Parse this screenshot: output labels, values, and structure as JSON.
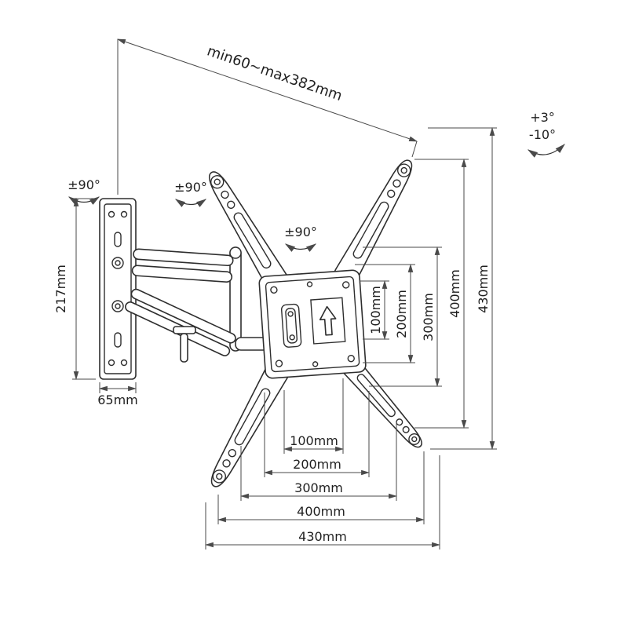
{
  "page": {
    "background": "#ffffff",
    "line_color": "#2e2e2e",
    "dim_color": "#4a4a4a"
  },
  "diagram": {
    "name": "articulating-tv-wall-mount-technical-drawing",
    "extension_label": "min60~max382mm",
    "tilt": {
      "up": "+3°",
      "down": "-10°"
    },
    "swivel_labels": [
      "±90°",
      "±90°",
      "±90°"
    ],
    "wall_plate": {
      "height": "217mm",
      "width": "65mm"
    },
    "vertical_dims": [
      "100mm",
      "200mm",
      "300mm",
      "400mm",
      "430mm"
    ],
    "horizontal_dims": [
      "100mm",
      "200mm",
      "300mm",
      "400mm",
      "430mm"
    ]
  }
}
